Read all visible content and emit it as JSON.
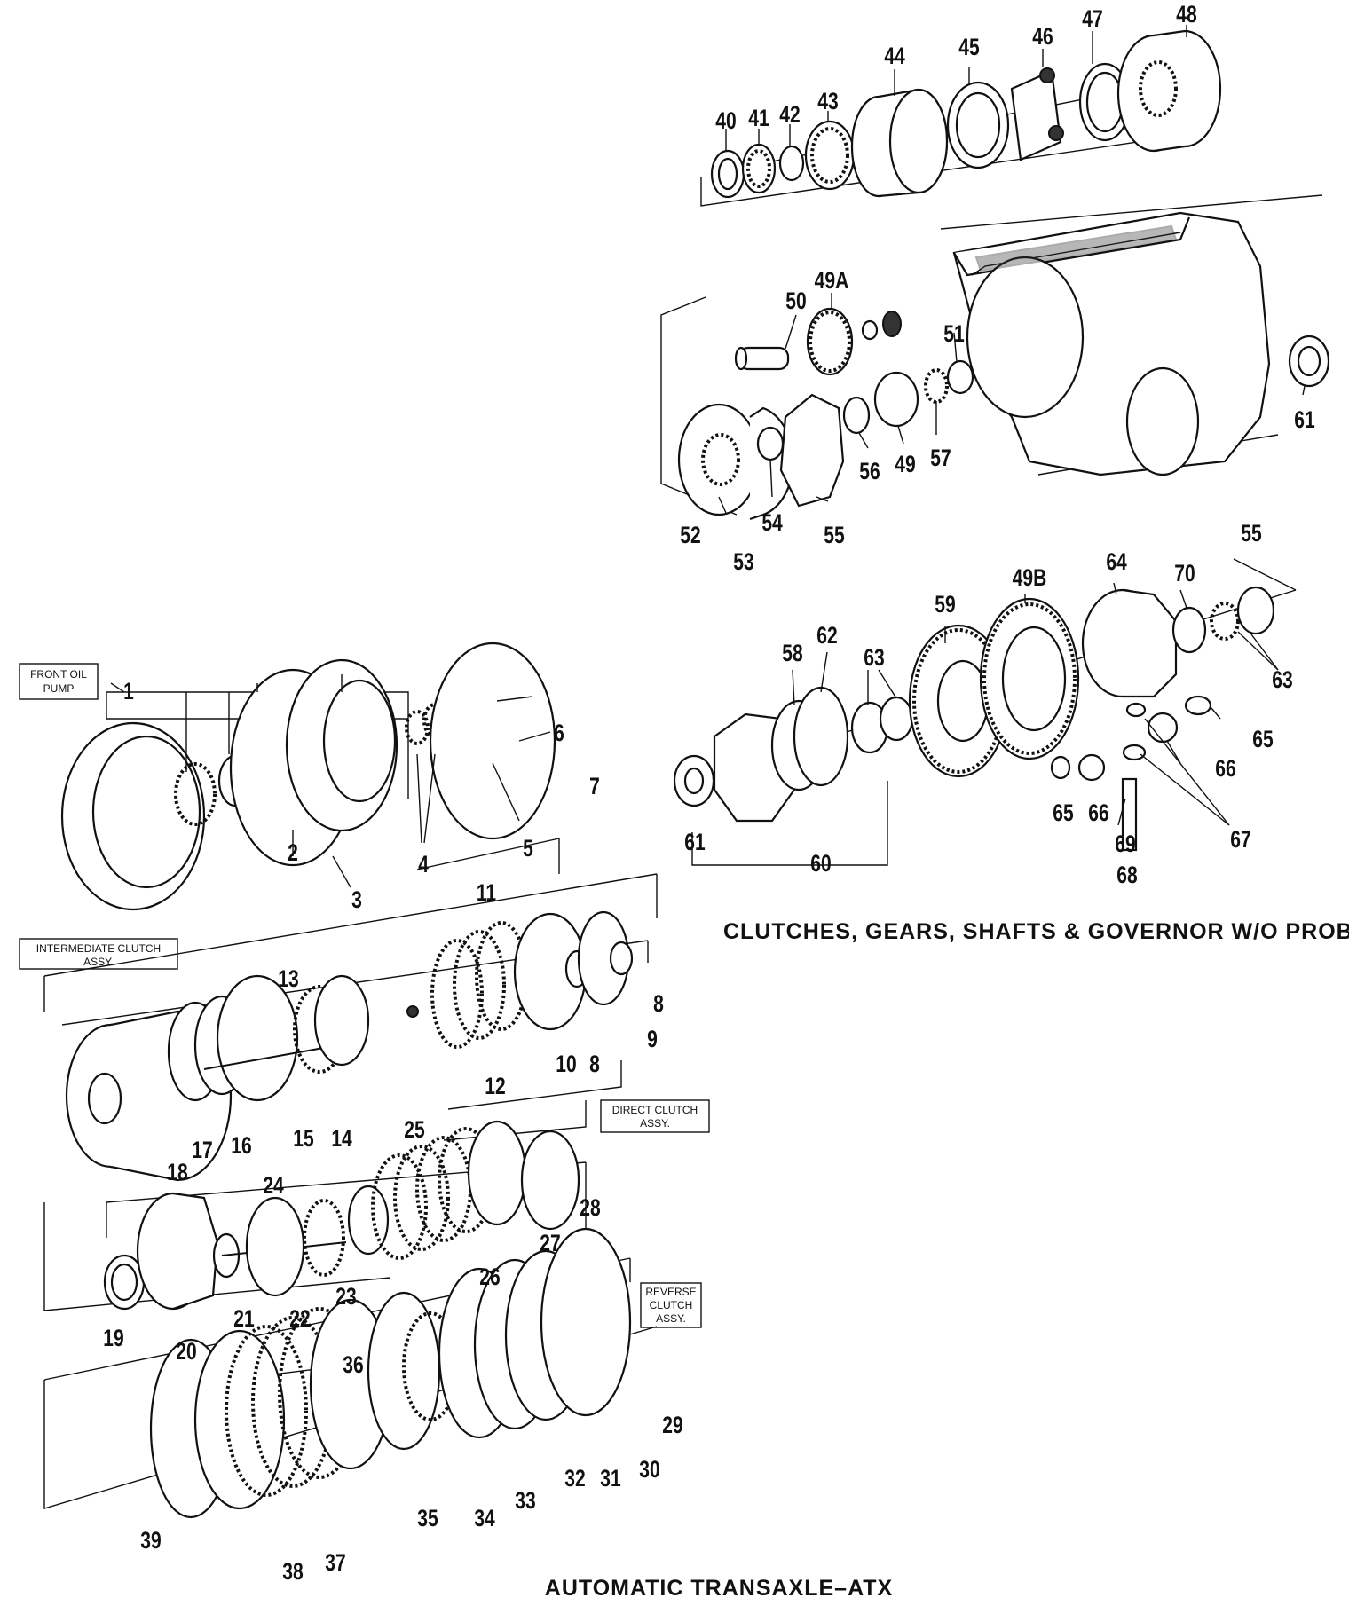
{
  "captions": {
    "clutches": "CLUTCHES, GEARS, SHAFTS & GOVERNOR W/O PROBE",
    "transaxle": "AUTOMATIC TRANSAXLE–ATX"
  },
  "assembly_boxes": {
    "front_oil_pump": [
      "FRONT OIL",
      "PUMP"
    ],
    "intermediate_clutch": [
      "INTERMEDIATE CLUTCH",
      "ASSY."
    ],
    "direct_clutch": [
      "DIRECT CLUTCH",
      "ASSY."
    ],
    "reverse_clutch": [
      "REVERSE",
      "CLUTCH",
      "ASSY."
    ]
  },
  "part_labels": [
    {
      "id": "p40",
      "text": "40"
    },
    {
      "id": "p41",
      "text": "41"
    },
    {
      "id": "p42",
      "text": "42"
    },
    {
      "id": "p43",
      "text": "43"
    },
    {
      "id": "p44",
      "text": "44"
    },
    {
      "id": "p45",
      "text": "45"
    },
    {
      "id": "p46",
      "text": "46"
    },
    {
      "id": "p47",
      "text": "47"
    },
    {
      "id": "p48",
      "text": "48"
    },
    {
      "id": "p50",
      "text": "50"
    },
    {
      "id": "p49a",
      "text": "49A"
    },
    {
      "id": "p51",
      "text": "51"
    },
    {
      "id": "p61a",
      "text": "61"
    },
    {
      "id": "p52",
      "text": "52"
    },
    {
      "id": "p53",
      "text": "53"
    },
    {
      "id": "p54",
      "text": "54"
    },
    {
      "id": "p55a",
      "text": "55"
    },
    {
      "id": "p56",
      "text": "56"
    },
    {
      "id": "p49",
      "text": "49"
    },
    {
      "id": "p57",
      "text": "57"
    },
    {
      "id": "p55b",
      "text": "55"
    },
    {
      "id": "p59",
      "text": "59"
    },
    {
      "id": "p49b",
      "text": "49B"
    },
    {
      "id": "p64",
      "text": "64"
    },
    {
      "id": "p70",
      "text": "70"
    },
    {
      "id": "p58",
      "text": "58"
    },
    {
      "id": "p62",
      "text": "62"
    },
    {
      "id": "p63a",
      "text": "63"
    },
    {
      "id": "p63b",
      "text": "63"
    },
    {
      "id": "p65a",
      "text": "65"
    },
    {
      "id": "p66a",
      "text": "66"
    },
    {
      "id": "p61b",
      "text": "61"
    },
    {
      "id": "p65b",
      "text": "65"
    },
    {
      "id": "p66b",
      "text": "66"
    },
    {
      "id": "p69",
      "text": "69"
    },
    {
      "id": "p67",
      "text": "67"
    },
    {
      "id": "p60",
      "text": "60"
    },
    {
      "id": "p68",
      "text": "68"
    },
    {
      "id": "p1",
      "text": "1"
    },
    {
      "id": "p6",
      "text": "6"
    },
    {
      "id": "p7",
      "text": "7"
    },
    {
      "id": "p2",
      "text": "2"
    },
    {
      "id": "p4",
      "text": "4"
    },
    {
      "id": "p5",
      "text": "5"
    },
    {
      "id": "p3",
      "text": "3"
    },
    {
      "id": "p11",
      "text": "11"
    },
    {
      "id": "p13",
      "text": "13"
    },
    {
      "id": "p8a",
      "text": "8"
    },
    {
      "id": "p9",
      "text": "9"
    },
    {
      "id": "p10",
      "text": "10"
    },
    {
      "id": "p8b",
      "text": "8"
    },
    {
      "id": "p12",
      "text": "12"
    },
    {
      "id": "p17",
      "text": "17"
    },
    {
      "id": "p16",
      "text": "16"
    },
    {
      "id": "p15",
      "text": "15"
    },
    {
      "id": "p14",
      "text": "14"
    },
    {
      "id": "p18",
      "text": "18"
    },
    {
      "id": "p25",
      "text": "25"
    },
    {
      "id": "p24",
      "text": "24"
    },
    {
      "id": "p28",
      "text": "28"
    },
    {
      "id": "p27",
      "text": "27"
    },
    {
      "id": "p26",
      "text": "26"
    },
    {
      "id": "p19",
      "text": "19"
    },
    {
      "id": "p21",
      "text": "21"
    },
    {
      "id": "p22",
      "text": "22"
    },
    {
      "id": "p23",
      "text": "23"
    },
    {
      "id": "p20",
      "text": "20"
    },
    {
      "id": "p36",
      "text": "36"
    },
    {
      "id": "p29",
      "text": "29"
    },
    {
      "id": "p30",
      "text": "30"
    },
    {
      "id": "p31",
      "text": "31"
    },
    {
      "id": "p32",
      "text": "32"
    },
    {
      "id": "p33",
      "text": "33"
    },
    {
      "id": "p34",
      "text": "34"
    },
    {
      "id": "p35",
      "text": "35"
    },
    {
      "id": "p39",
      "text": "39"
    },
    {
      "id": "p38",
      "text": "38"
    },
    {
      "id": "p37",
      "text": "37"
    }
  ]
}
